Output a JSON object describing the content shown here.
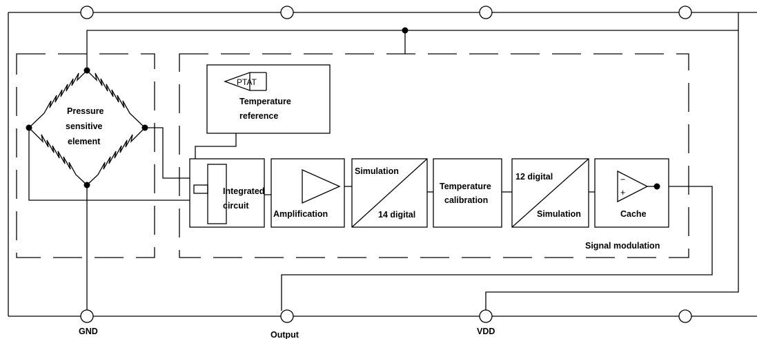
{
  "labels": {
    "pressure_element": [
      "Pressure",
      "sensitive",
      "element"
    ],
    "ptat": "PTAT",
    "temperature_reference": [
      "Temperature",
      "reference"
    ],
    "integrated_circuit": [
      "Integrated",
      "circuit"
    ],
    "amplification": "Amplification",
    "adc_top": "Simulation",
    "adc_bottom": "14 digital",
    "temperature_calibration": [
      "Temperature",
      "calibration"
    ],
    "dac_top": "12 digital",
    "dac_bottom": "Simulation",
    "cache": "Cache",
    "opamp_minus": "−",
    "opamp_plus": "+",
    "signal_modulation": "Signal modulation"
  },
  "terminals": {
    "gnd": "GND",
    "output": "Output",
    "vdd": "VDD"
  }
}
